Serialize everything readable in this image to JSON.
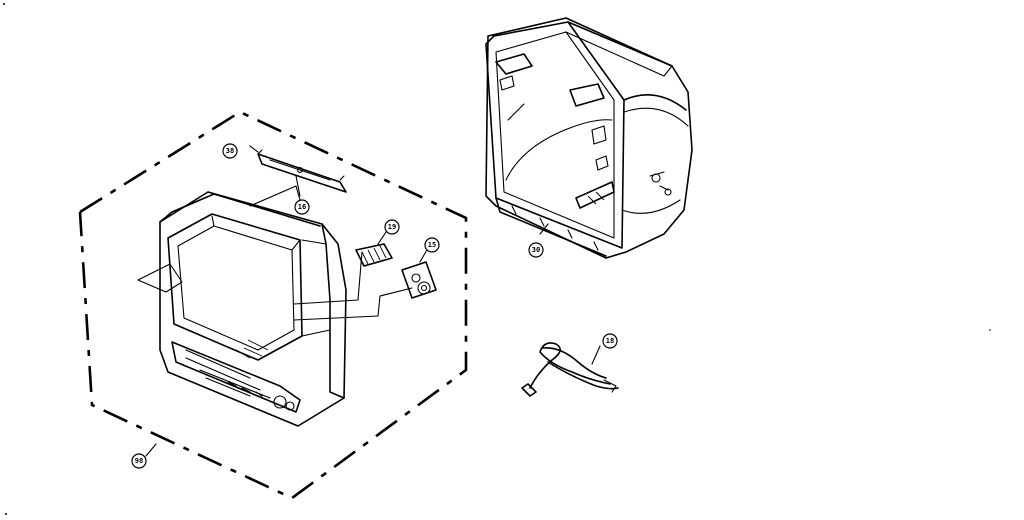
{
  "callouts": {
    "c38": "38",
    "c16": "16",
    "c19": "19",
    "c15": "15",
    "c98": "98",
    "c30": "30",
    "c18": "18"
  },
  "colors": {
    "ink": "#000000",
    "paper": "#ffffff"
  }
}
